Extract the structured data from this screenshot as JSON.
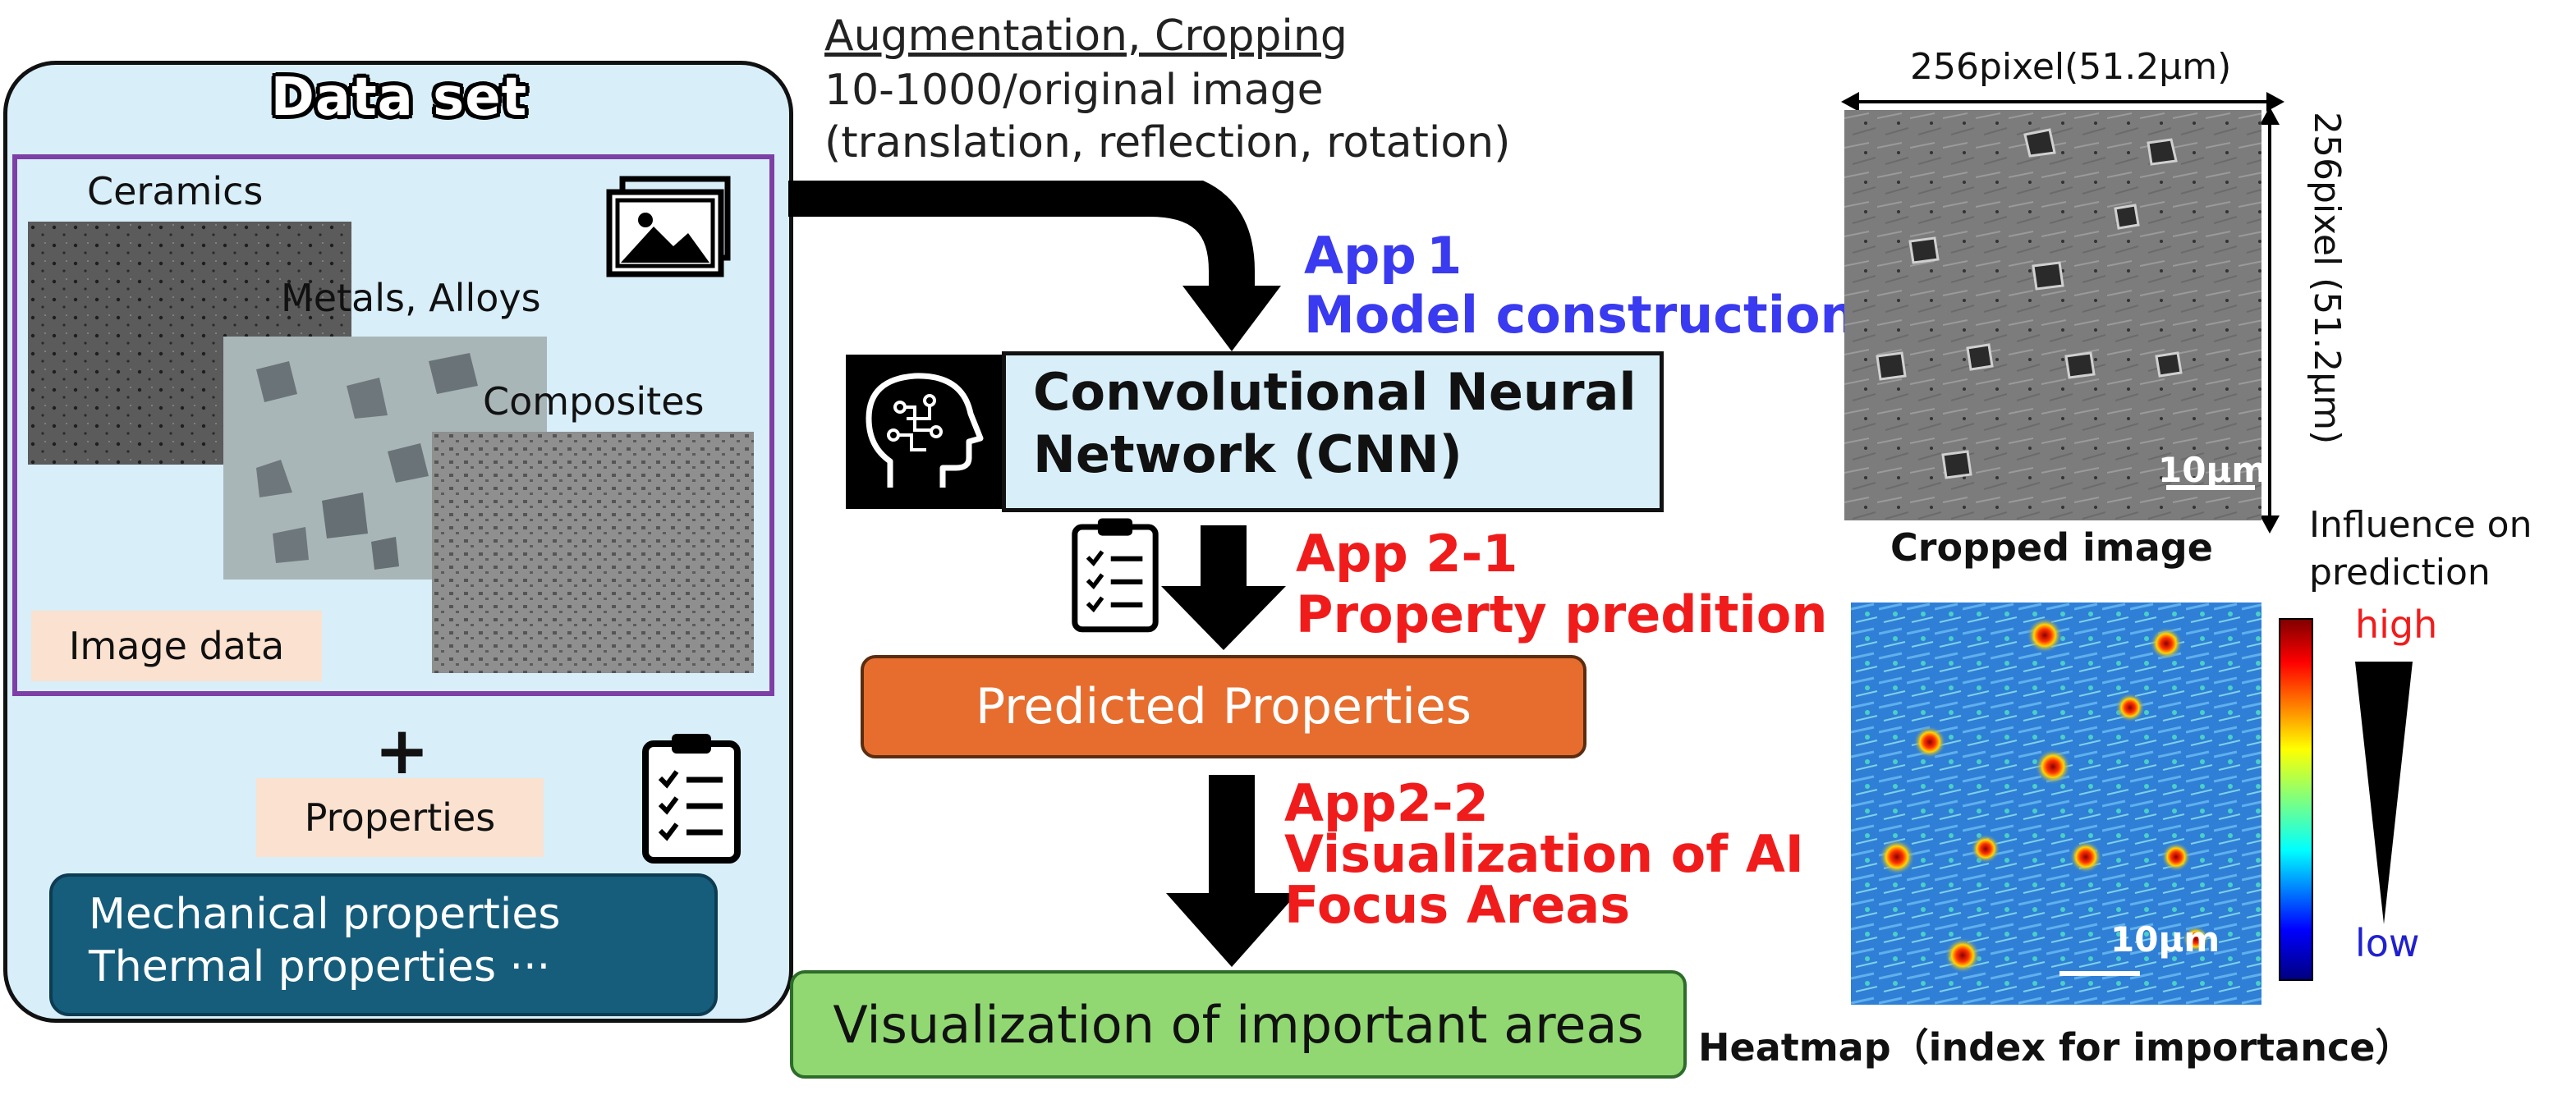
{
  "dataset": {
    "title": "Data set",
    "categories": [
      "Ceramics",
      "Metals, Alloys",
      "Composites"
    ],
    "image_data_label": "Image data",
    "plus": "+",
    "properties_label": "Properties",
    "property_lines": [
      "Mechanical properties",
      "Thermal properties    ···"
    ]
  },
  "augmentation": {
    "title": "Augmentation, Cropping",
    "line1": "10-1000/original image",
    "line2": "(translation, reflection, rotation)"
  },
  "app1": {
    "label": "App 1",
    "text": "Model construction"
  },
  "cnn": {
    "line1": "Convolutional Neural",
    "line2": "Network (CNN)"
  },
  "app21": {
    "label": "App 2-1",
    "text": "Property predition"
  },
  "predicted": "Predicted Properties",
  "app22": {
    "label": "App2-2",
    "line1": "Visualization of AI",
    "line2": "Focus Areas"
  },
  "visualization": "Visualization of important areas",
  "cropped": {
    "width_label": "256pixel(51.2μm)",
    "height_label": "256pixel (51.2μm)",
    "scale": "10μm",
    "caption": "Cropped image"
  },
  "heatmap": {
    "influence": [
      "Influence on",
      "prediction"
    ],
    "high": "high",
    "low": "low",
    "scale": "10μm",
    "caption": "Heatmap（index for importance）"
  },
  "colors": {
    "panel": "#d8eef9",
    "frame": "#7d3fa5",
    "orange": "#e66d2e",
    "green": "#91d873",
    "blue_text": "#3a3af0",
    "red_text": "#f01c1c",
    "navy": "#165d7c"
  },
  "icons": [
    "image-gallery-icon",
    "clipboard-checklist-icon",
    "ai-head-icon",
    "down-arrow-icon"
  ]
}
